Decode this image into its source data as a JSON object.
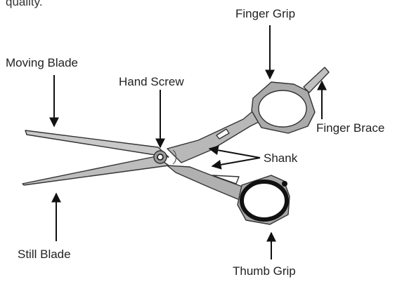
{
  "top_text": "quality.",
  "labels": {
    "finger_grip": "Finger Grip",
    "moving_blade": "Moving Blade",
    "hand_screw": "Hand Screw",
    "finger_brace": "Finger Brace",
    "shank": "Shank",
    "still_blade": "Still Blade",
    "thumb_grip": "Thumb Grip"
  },
  "colors": {
    "ink": "#222222",
    "metal_light": "#c9c9c9",
    "metal_mid": "#a7a7a7",
    "metal_dark": "#7d7d7d",
    "ring": "#111111"
  }
}
